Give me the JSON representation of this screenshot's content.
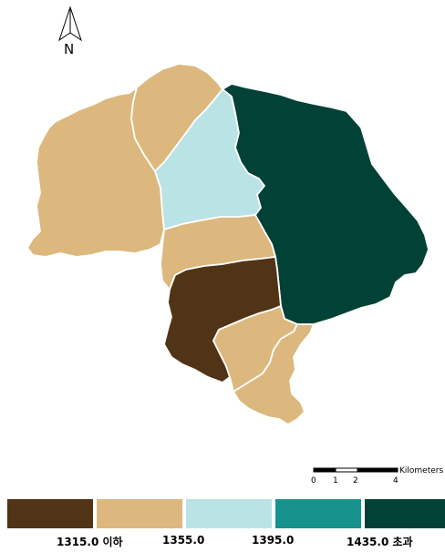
{
  "north_arrow": {
    "label": "N"
  },
  "scale_bar": {
    "unit": "Kilometers",
    "ticks": [
      "0",
      "1",
      "2",
      "4"
    ]
  },
  "legend": {
    "classes": [
      {
        "label": "1315.0 이하",
        "color": "#513315"
      },
      {
        "label": "1355.0",
        "color": "#dcb87e"
      },
      {
        "label": "1395.0",
        "color": "#bae3e6"
      },
      {
        "label": "",
        "color": "#16938c"
      },
      {
        "label": "1435.0 초과",
        "color": "#024236"
      }
    ]
  },
  "colors": {
    "very_low": "#513315",
    "low": "#dcb87e",
    "mid": "#bae3e6",
    "high": "#16938c",
    "very_high": "#024236",
    "boundary": "#ffffff"
  },
  "regions": [
    {
      "id": "west",
      "class": "low"
    },
    {
      "id": "north",
      "class": "low"
    },
    {
      "id": "center",
      "class": "mid"
    },
    {
      "id": "east",
      "class": "very_high"
    },
    {
      "id": "middle-south",
      "class": "low"
    },
    {
      "id": "southwest",
      "class": "very_low"
    },
    {
      "id": "south-a",
      "class": "low"
    },
    {
      "id": "south-b",
      "class": "low"
    }
  ]
}
